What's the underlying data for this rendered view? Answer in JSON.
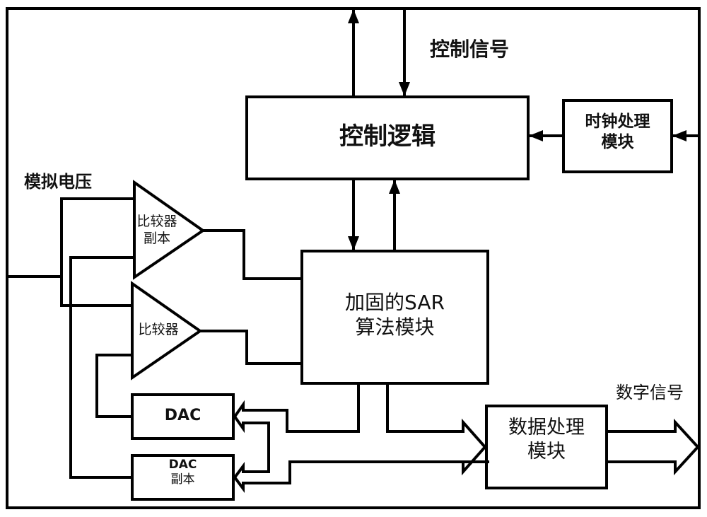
{
  "diagram": {
    "type": "block-diagram",
    "blocks": {
      "control_logic": "控制逻辑",
      "clock_module_line1": "时钟处理",
      "clock_module_line2": "模块",
      "sar_line1": "加固的SAR",
      "sar_line2": "算法模块",
      "comparator_copy_line1": "比较器",
      "comparator_copy_line2": "副本",
      "comparator": "比较器",
      "dac": "DAC",
      "dac_copy_line1": "DAC",
      "dac_copy_line2": "副本",
      "data_processing_line1": "数据处理",
      "data_processing_line2": "模块"
    },
    "signals": {
      "control_signal": "控制信号",
      "analog_voltage": "模拟电压",
      "digital_signal": "数字信号"
    },
    "connections": [
      {
        "from": "control_logic",
        "to": "external",
        "kind": "arrow"
      },
      {
        "from": "external",
        "to": "control_logic",
        "kind": "arrow"
      },
      {
        "from": "clock_module",
        "to": "control_logic",
        "kind": "arrow"
      },
      {
        "from": "external_clock",
        "to": "clock_module",
        "kind": "arrow"
      },
      {
        "from": "control_logic",
        "to": "sar",
        "kind": "arrow"
      },
      {
        "from": "sar",
        "to": "control_logic",
        "kind": "arrow"
      },
      {
        "from": "analog_voltage",
        "to": "comparator_copy",
        "kind": "line"
      },
      {
        "from": "analog_voltage",
        "to": "comparator",
        "kind": "line"
      },
      {
        "from": "comparator_copy",
        "to": "sar",
        "kind": "line"
      },
      {
        "from": "comparator",
        "to": "sar",
        "kind": "line"
      },
      {
        "from": "dac",
        "to": "comparator",
        "kind": "line"
      },
      {
        "from": "dac_copy",
        "to": "comparator_copy",
        "kind": "line"
      },
      {
        "from": "sar",
        "to": "dac",
        "kind": "bus"
      },
      {
        "from": "sar",
        "to": "dac_copy",
        "kind": "bus"
      },
      {
        "from": "sar",
        "to": "data_processing",
        "kind": "bus"
      },
      {
        "from": "data_processing",
        "to": "digital_signal",
        "kind": "bus"
      }
    ]
  }
}
